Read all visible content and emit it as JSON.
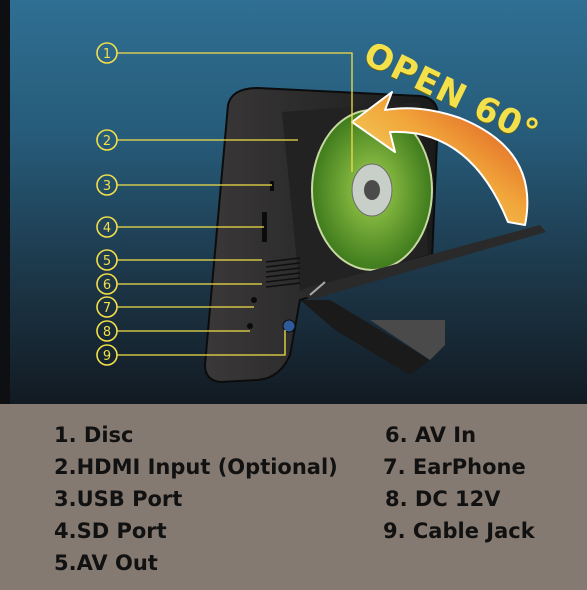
{
  "banner_text": "OPEN 60°",
  "callouts": [
    "1",
    "2",
    "3",
    "4",
    "5",
    "6",
    "7",
    "8",
    "9"
  ],
  "legend": {
    "left": [
      "1. Disc",
      "2.HDMI Input (Optional)",
      "3.USB Port",
      "4.SD Port",
      "5.AV Out"
    ],
    "right": [
      "6. AV In",
      "7. EarPhone",
      "8. DC 12V",
      "9. Cable Jack"
    ]
  },
  "colors": {
    "accent": "#f4e04a",
    "callout_line": "#f2df4a",
    "panel": "#857a72"
  }
}
